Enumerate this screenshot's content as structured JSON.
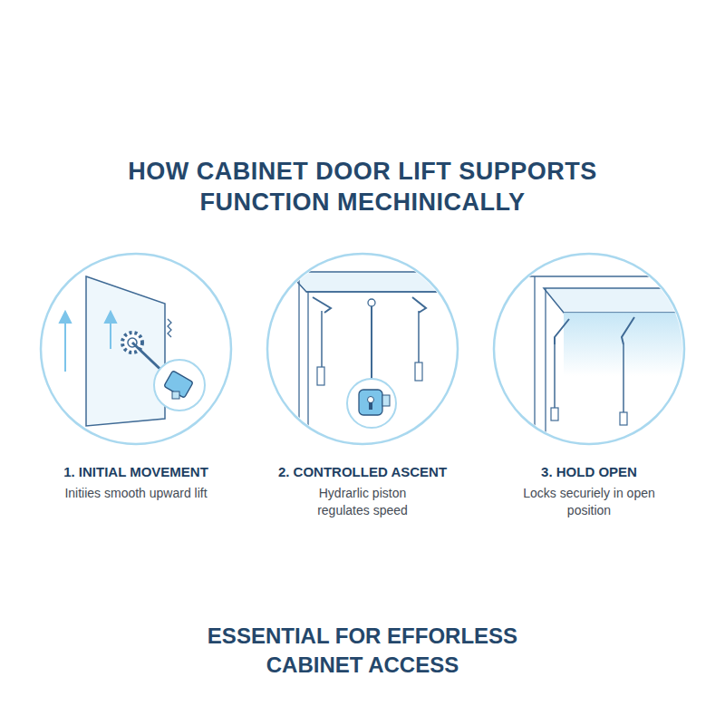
{
  "diagram": {
    "title": "HOW CABINET DOOR LIFT SUPPORTS FUNCTION MECHINICALLY",
    "nodes": [
      {
        "text": [
          "1. INITIAL MOVEMENT",
          "Initiies smooth upward lift"
        ]
      },
      {
        "text": [
          "2. CONTROLLED ASCENT",
          "Hydrarlic piston regulates speed"
        ]
      },
      {
        "text": [
          "3. HOLD OPEN",
          "Locks securiely in open position"
        ]
      }
    ],
    "caption": "ESSENTIAL FOR EFFORLESS CABINET ACCESS"
  }
}
